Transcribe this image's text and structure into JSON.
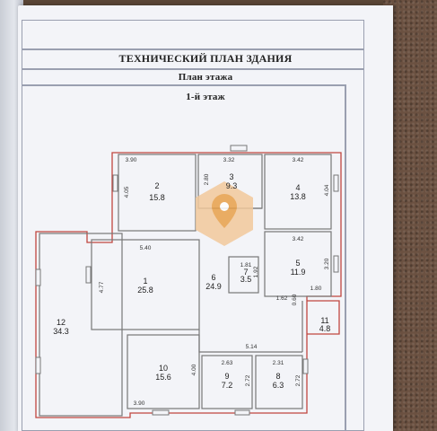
{
  "document": {
    "title": "ТЕХНИЧЕСКИЙ ПЛАН ЗДАНИЯ",
    "subtitle": "План этажа",
    "floor": "1-й этаж"
  },
  "rooms": [
    {
      "number": "1",
      "area": "25.8"
    },
    {
      "number": "2",
      "area": "15.8"
    },
    {
      "number": "3",
      "area": "9.3"
    },
    {
      "number": "4",
      "area": "13.8"
    },
    {
      "number": "5",
      "area": "11.9"
    },
    {
      "number": "6",
      "area": "24.9"
    },
    {
      "number": "7",
      "area": "3.5"
    },
    {
      "number": "8",
      "area": "6.3"
    },
    {
      "number": "9",
      "area": "7.2"
    },
    {
      "number": "10",
      "area": "15.6"
    },
    {
      "number": "11",
      "area": "4.8"
    },
    {
      "number": "12",
      "area": "34.3"
    }
  ],
  "dimensions": {
    "room2_width": "3.90",
    "room3_width": "3.32",
    "room4_width": "3.42",
    "room2_height": "4.05",
    "room3_height": "2.80",
    "room4_height": "4.04",
    "room1_width": "5.40",
    "room1_height": "4.77",
    "room5_width": "3.42",
    "room5_height": "3.20",
    "room7_width": "1.81",
    "room7_height": "1.92",
    "corridor_a": "1.62",
    "corridor_b": "1.80",
    "corridor_c": "0.60",
    "corridor_width": "5.14",
    "room9_width": "2.63",
    "room8_width": "2.31",
    "room10_height": "4.00",
    "room8_height": "2.72",
    "room9_height": "2.72",
    "room10_width": "3.90"
  },
  "colors": {
    "outline_red": "#c0463f",
    "wall_gray": "#777777",
    "watermark": "#e8a04a"
  },
  "icons": {
    "watermark": "location-pin-icon"
  }
}
